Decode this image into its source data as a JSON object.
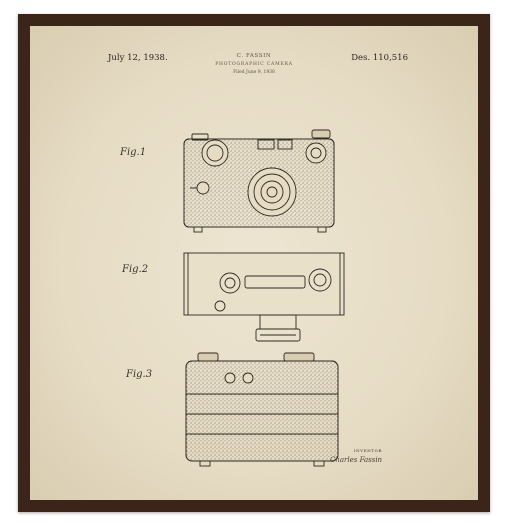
{
  "header": {
    "date": "July 12, 1938.",
    "patent_number": "Des. 110,516",
    "inventor": "C. FASSIN",
    "title": "PHOTOGRAPHIC CAMERA",
    "filed": "Filed June 9, 1938"
  },
  "figures": [
    {
      "label": "Fig.1"
    },
    {
      "label": "Fig.2"
    },
    {
      "label": "Fig.3"
    }
  ],
  "footer": {
    "inventor_label": "INVENTOR",
    "signature": "Charles Fassin"
  },
  "colors": {
    "frame": "#3b2418",
    "paper": "#e6dcc4",
    "ink": "#2a2420"
  }
}
